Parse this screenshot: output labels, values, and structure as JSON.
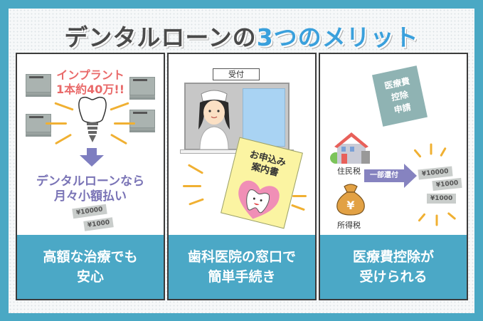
{
  "title": {
    "part1": "デンタルローンの",
    "part2": "3つのメリット"
  },
  "colors": {
    "background": "#4aa8c4",
    "caption_bg": "#4ba8c6",
    "title_accent": "#3aa0dc",
    "price_text": "#e96a6a",
    "loan_text": "#7a74b6"
  },
  "panels": [
    {
      "illustration": {
        "price_line1": "インプラント",
        "price_line2": "1本約40万!!",
        "loan_line1": "デンタルローンなら",
        "loan_line2": "月々小額払い",
        "bill1": "¥10000",
        "bill2": "¥1000",
        "icons": [
          "money-stack-icon",
          "implant-tooth-icon",
          "down-arrow-icon"
        ]
      },
      "caption": {
        "line1": "高額な治療でも",
        "line2": "安心"
      }
    },
    {
      "illustration": {
        "sign": "受付",
        "leaflet_line1": "お申込み",
        "leaflet_line2": "案内書",
        "icons": [
          "receptionist-nurse-icon",
          "window-icon",
          "tooth-heart-icon"
        ]
      },
      "caption": {
        "line1": "歯科医院の窓口で",
        "line2": "簡単手続き"
      }
    },
    {
      "illustration": {
        "doc_line1": "医療費",
        "doc_line2": "控除",
        "doc_line3": "申請",
        "house_label": "住民税",
        "bag_label": "所得税",
        "arrow_label": "一部還付",
        "bill1": "¥10000",
        "bill2": "¥1000",
        "bill3": "¥1000",
        "icons": [
          "house-icon",
          "money-bag-yen-icon",
          "right-arrow-icon"
        ]
      },
      "caption": {
        "line1": "医療費控除が",
        "line2": "受けられる"
      }
    }
  ]
}
